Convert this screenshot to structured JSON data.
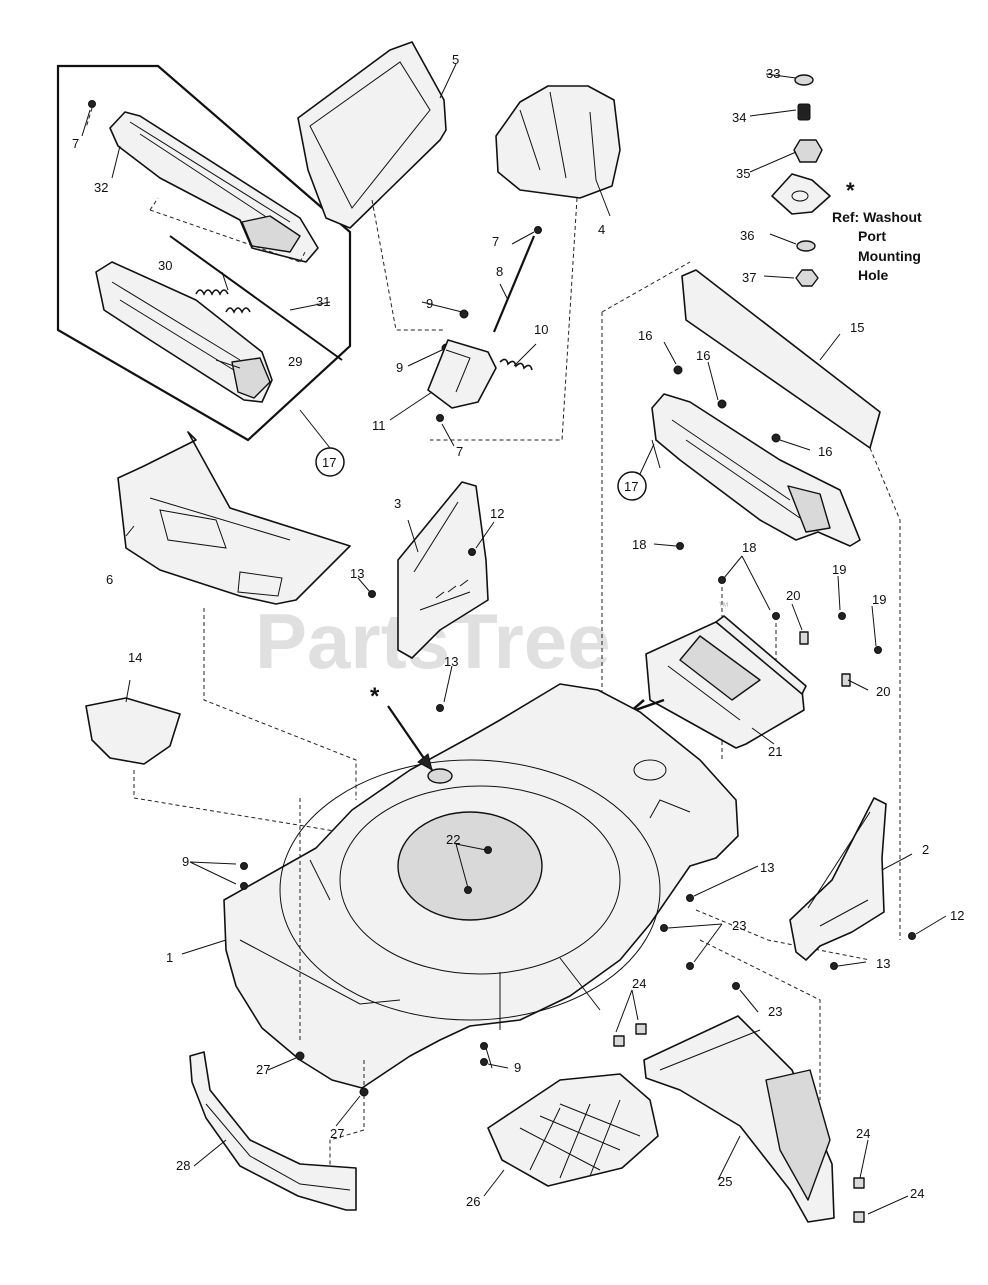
{
  "watermark": "PartsTree",
  "watermark_mark": "™",
  "reference_note": {
    "symbol": "*",
    "lines": [
      "Ref: Washout",
      "Port",
      "Mounting",
      "Hole"
    ]
  },
  "part_numbers": {
    "p1": "1",
    "p2": "2",
    "p3": "3",
    "p4": "4",
    "p5": "5",
    "p6": "6",
    "p7a": "7",
    "p7b": "7",
    "p7c": "7",
    "p8": "8",
    "p9a": "9",
    "p9b": "9",
    "p9c": "9",
    "p9d": "9",
    "p10": "10",
    "p11": "11",
    "p12a": "12",
    "p12b": "12",
    "p13a": "13",
    "p13b": "13",
    "p13c": "13",
    "p13d": "13",
    "p14": "14",
    "p15": "15",
    "p16a": "16",
    "p16b": "16",
    "p16c": "16",
    "p17a": "17",
    "p17b": "17",
    "p18a": "18",
    "p18b": "18",
    "p19a": "19",
    "p19b": "19",
    "p20a": "20",
    "p20b": "20",
    "p21": "21",
    "p22": "22",
    "p23a": "23",
    "p23b": "23",
    "p24a": "24",
    "p24b": "24",
    "p24c": "24",
    "p25": "25",
    "p26": "26",
    "p27a": "27",
    "p27b": "27",
    "p28": "28",
    "p29": "29",
    "p30": "30",
    "p31": "31",
    "p32": "32",
    "p33": "33",
    "p34": "34",
    "p35": "35",
    "p36": "36",
    "p37": "37",
    "star": "*"
  }
}
